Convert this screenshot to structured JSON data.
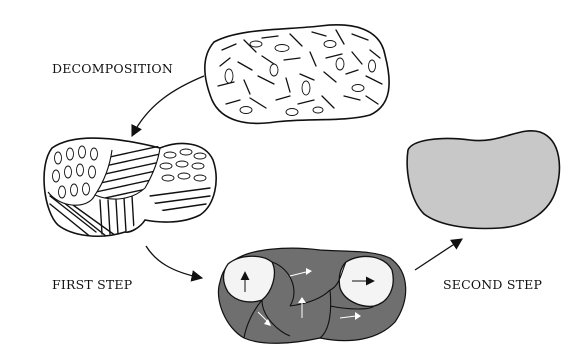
{
  "labels": {
    "decomposition": "DECOMPOSITION",
    "first_step": "FIRST STEP",
    "second_step": "SECOND STEP"
  },
  "colors": {
    "stroke": "#111111",
    "grain_fill": "#6f6f6f",
    "final_fill": "#c8c8c8",
    "background": "#ffffff"
  }
}
